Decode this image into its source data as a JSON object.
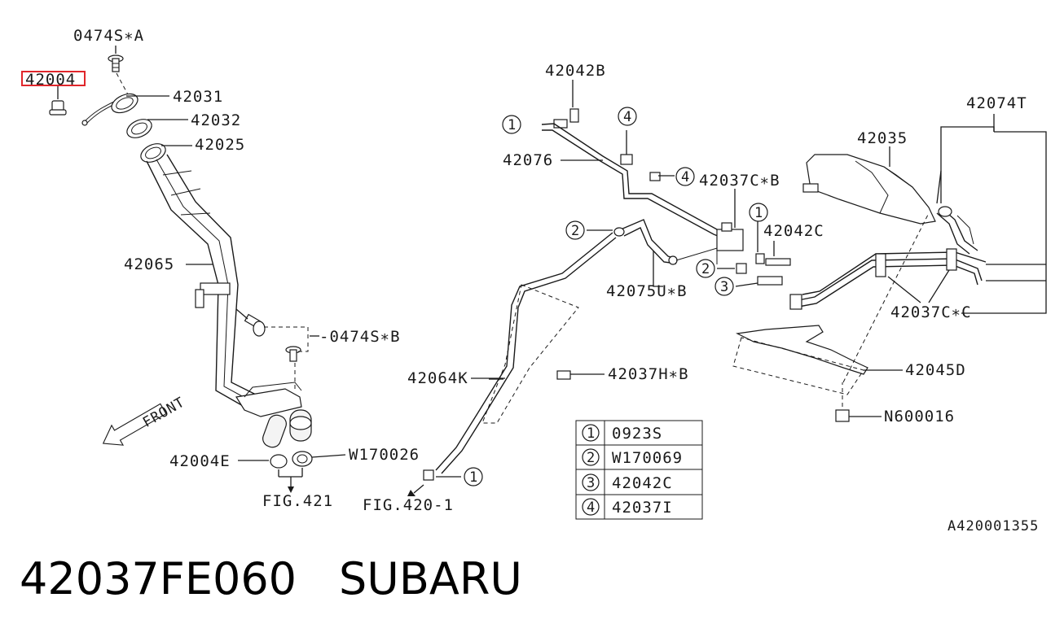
{
  "diagram": {
    "highlight_color": "#e0262b",
    "labels": {
      "bolt_top": "0474S∗A",
      "cap": "42004",
      "tether": "42031",
      "gasket": "42032",
      "ring": "42025",
      "filler_pipe": "42065",
      "bolt_mid": "-0474S∗B",
      "clip_bottom": "42004E",
      "clamp_bottom": "W170026",
      "fig_left": "FIG.421",
      "front": "FRONT",
      "bracket_42042b": "42042B",
      "hose_42076": "42076",
      "clip_c_b": "42037C∗B",
      "canister": "42035",
      "tube_42074t": "42074T",
      "conn_42042c": "42042C",
      "hose_42075": "42075U∗B",
      "clip_c_c": "42037C∗C",
      "tube_42064k": "42064K",
      "clip_h_b": "42037H∗B",
      "protector": "42045D",
      "nut": "N600016",
      "fig_right": "FIG.420-1",
      "diagram_id": "A420001355"
    },
    "callouts": {
      "c1": "1",
      "c2": "2",
      "c3": "3",
      "c4": "4"
    },
    "legend": [
      {
        "num": "1",
        "part": "0923S"
      },
      {
        "num": "2",
        "part": "W170069"
      },
      {
        "num": "3",
        "part": "42042C"
      },
      {
        "num": "4",
        "part": "42037I"
      }
    ]
  },
  "footer": {
    "part_number": "42037FE060",
    "brand": "SUBARU"
  }
}
